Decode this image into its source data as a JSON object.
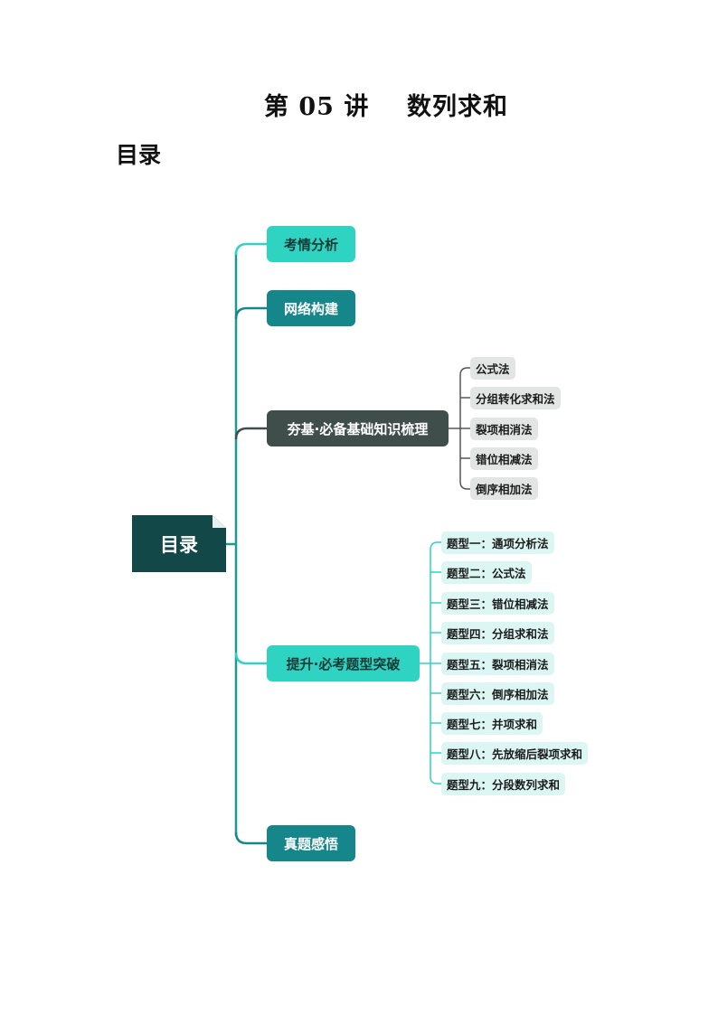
{
  "page": {
    "title": "第 05 讲    数列求和",
    "toc_heading": "目录"
  },
  "mindmap": {
    "root": "目录",
    "branches": [
      {
        "label": "考情分析"
      },
      {
        "label": "网络构建"
      },
      {
        "label": "夯基·必备基础知识梳理",
        "children": [
          "公式法",
          "分组转化求和法",
          "裂项相消法",
          "错位相减法",
          "倒序相加法"
        ]
      },
      {
        "label": "提升·必考题型突破",
        "children": [
          "题型一：通项分析法",
          "题型二：公式法",
          "题型三：错位相减法",
          "题型四：分组求和法",
          "题型五：裂项相消法",
          "题型六：倒序相加法",
          "题型七：并项求和",
          "题型八：先放缩后裂项求和",
          "题型九：分段数列求和"
        ]
      },
      {
        "label": "真题感悟"
      }
    ]
  },
  "colors": {
    "root": "#124848",
    "branch_light": "#2ed3c2",
    "branch_dark": "#15878a",
    "branch_gray": "#3f4d4b",
    "leaf_gray": "#e3e5e5",
    "leaf_teal": "#dcf7f3"
  }
}
